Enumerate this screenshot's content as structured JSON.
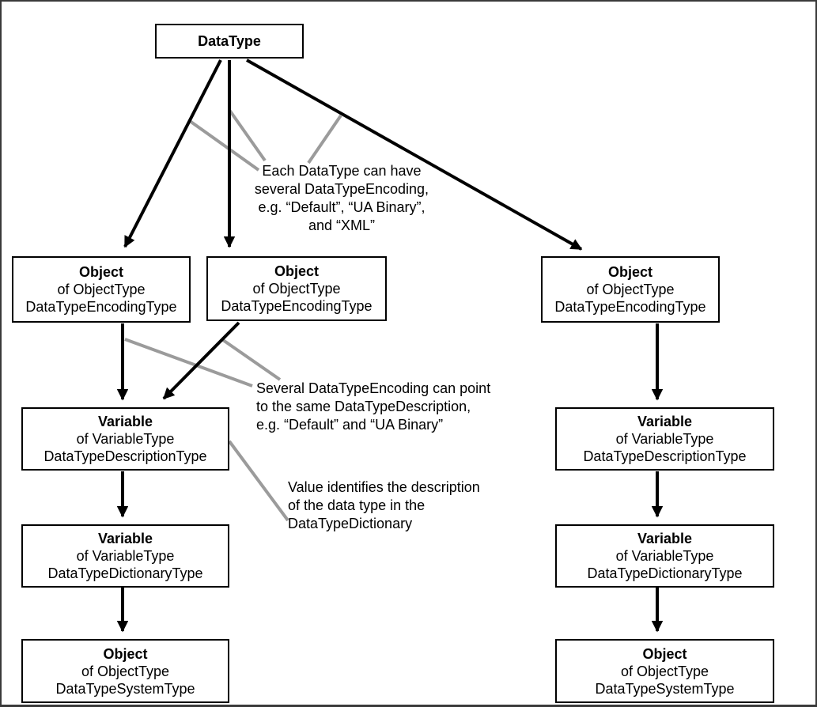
{
  "nodes": {
    "datatype": {
      "title": "DataType"
    },
    "encoding_left": {
      "title": "Object",
      "subtitle": "of ObjectType",
      "type_name": "DataTypeEncodingType"
    },
    "encoding_middle": {
      "title": "Object",
      "subtitle": "of ObjectType",
      "type_name": "DataTypeEncodingType"
    },
    "encoding_right": {
      "title": "Object",
      "subtitle": "of ObjectType",
      "type_name": "DataTypeEncodingType"
    },
    "description_left": {
      "title": "Variable",
      "subtitle": "of VariableType",
      "type_name": "DataTypeDescriptionType"
    },
    "dictionary_left": {
      "title": "Variable",
      "subtitle": "of VariableType",
      "type_name": "DataTypeDictionaryType"
    },
    "system_left": {
      "title": "Object",
      "subtitle": "of ObjectType",
      "type_name": "DataTypeSystemType"
    },
    "description_right": {
      "title": "Variable",
      "subtitle": "of VariableType",
      "type_name": "DataTypeDescriptionType"
    },
    "dictionary_right": {
      "title": "Variable",
      "subtitle": "of VariableType",
      "type_name": "DataTypeDictionaryType"
    },
    "system_right": {
      "title": "Object",
      "subtitle": "of ObjectType",
      "type_name": "DataTypeSystemType"
    }
  },
  "annotations": {
    "encoding_note": {
      "lines": [
        "Each DataType can have",
        "several DataTypeEncoding,",
        "e.g. “Default”, “UA Binary”,",
        "and “XML”"
      ]
    },
    "description_note": {
      "lines": [
        "Several DataTypeEncoding can point",
        "to the same DataTypeDescription,",
        "e.g. “Default” and “UA Binary”"
      ]
    },
    "value_note": {
      "lines": [
        "Value identifies the description",
        "of the data type in the",
        "DataTypeDictionary"
      ]
    }
  },
  "colors": {
    "line": "#000000",
    "callout": "#9b9b9b",
    "background": "#ffffff"
  }
}
